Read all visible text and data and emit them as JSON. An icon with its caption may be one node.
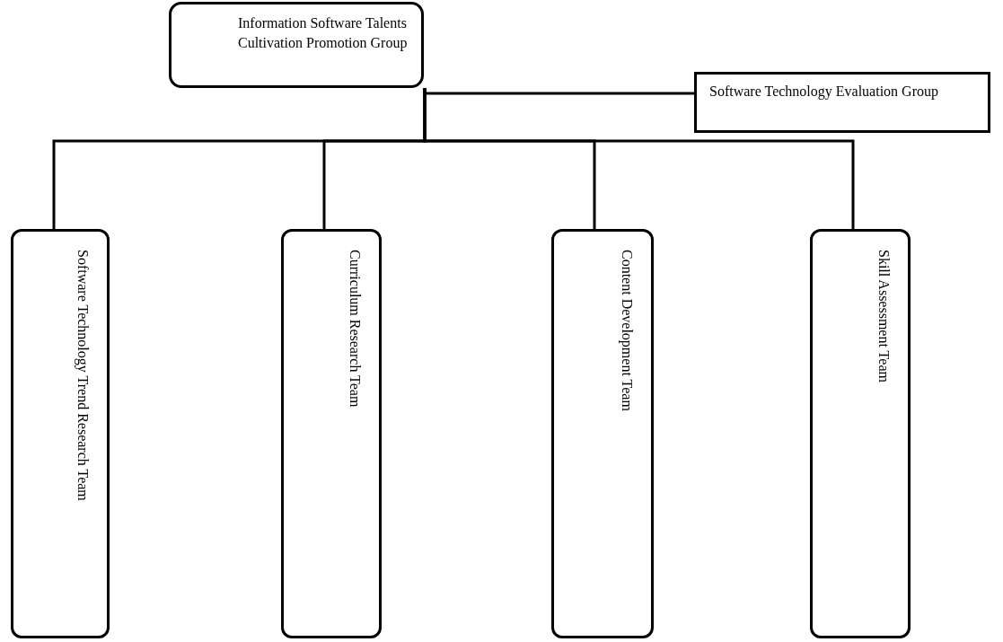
{
  "diagram": {
    "nodes": [
      {
        "text": [
          "Information Software Talents Cultivation Promotion Group"
        ]
      },
      {
        "text": [
          "Software Technology Evaluation Group"
        ]
      },
      {
        "text": [
          "Software Technology Trend Research Team"
        ]
      },
      {
        "text": [
          "Curriculum Research Team"
        ]
      },
      {
        "text": [
          "Content Development Team"
        ]
      },
      {
        "text": [
          "Skill Assessment Team"
        ]
      }
    ],
    "edges": [
      {
        "from": 0,
        "to": 1,
        "arrow": "none"
      },
      {
        "from": 0,
        "to": 2,
        "arrow": "none"
      },
      {
        "from": 0,
        "to": 3,
        "arrow": "none"
      },
      {
        "from": 0,
        "to": 4,
        "arrow": "none"
      },
      {
        "from": 0,
        "to": 5,
        "arrow": "none"
      }
    ]
  }
}
